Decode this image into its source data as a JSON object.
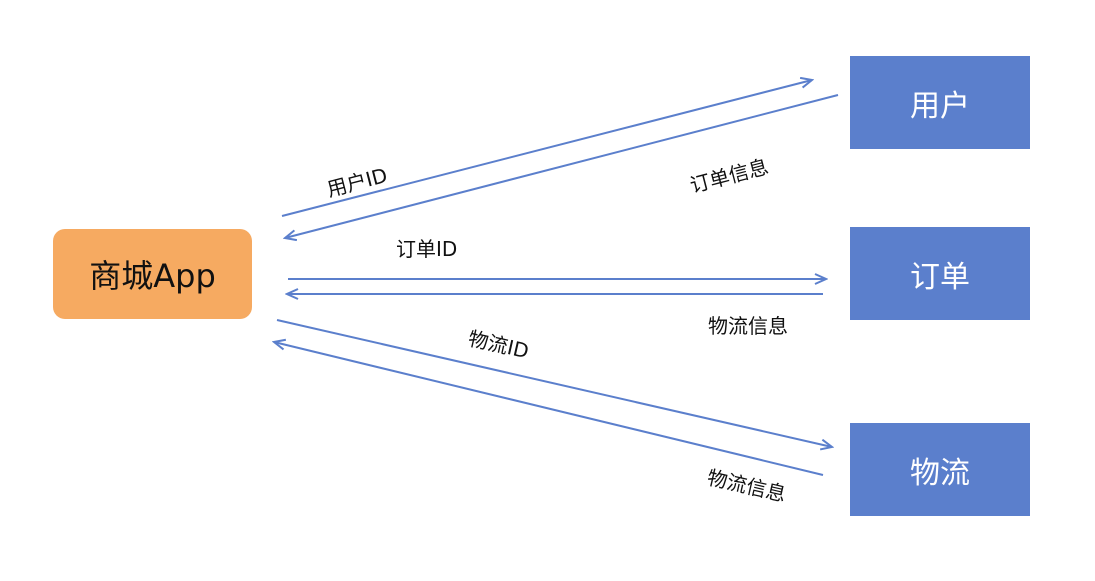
{
  "nodes": {
    "app": "商城App",
    "user": "用户",
    "order": "订单",
    "logistics": "物流"
  },
  "edges": {
    "user_request": "用户ID",
    "user_response": "订单信息",
    "order_request": "订单ID",
    "order_response": "物流信息",
    "logistics_request": "物流ID",
    "logistics_response": "物流信息"
  },
  "colors": {
    "app_fill": "#f6aa61",
    "service_fill": "#5b7fcc",
    "arrow": "#5b7fcc"
  }
}
